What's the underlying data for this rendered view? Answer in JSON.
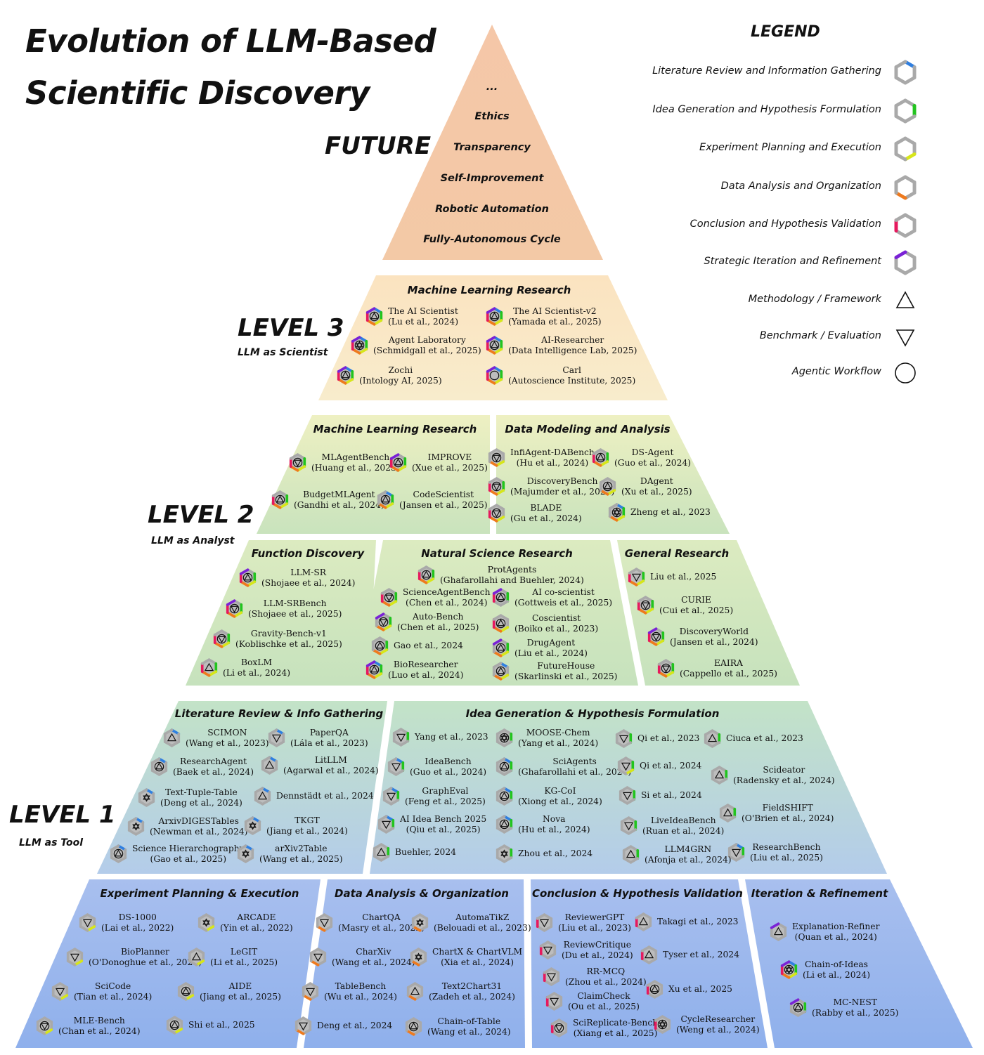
{
  "title": [
    "Evolution of LLM-Based",
    "Scientific Discovery"
  ],
  "legend": {
    "title": "LEGEND",
    "stages": [
      {
        "label": "Literature Review and Information Gathering",
        "color": "#2f7fe0",
        "seg": 0
      },
      {
        "label": "Idea Generation and Hypothesis Formulation",
        "color": "#22c41e",
        "seg": 1
      },
      {
        "label": "Experiment Planning and Execution",
        "color": "#d7e61a",
        "seg": 2
      },
      {
        "label": "Data Analysis and Organization",
        "color": "#ee7a1e",
        "seg": 3
      },
      {
        "label": "Conclusion and Hypothesis Validation",
        "color": "#e6195e",
        "seg": 4
      },
      {
        "label": "Strategic Iteration and Refinement",
        "color": "#7a22d6",
        "seg": 5
      }
    ],
    "types": [
      {
        "label": "Methodology / Framework",
        "symbol": "triangle-up"
      },
      {
        "label": "Benchmark / Evaluation",
        "symbol": "triangle-down"
      },
      {
        "label": "Agentic Workflow",
        "symbol": "circle"
      }
    ]
  },
  "future": {
    "label": "FUTURE",
    "items": [
      "...",
      "Ethics",
      "Transparency",
      "Self-Improvement",
      "Robotic Automation",
      "Fully-Autonomous Cycle"
    ]
  },
  "levels": {
    "level3": {
      "title": "LEVEL 3",
      "subtitle": "LLM as Scientist"
    },
    "level2": {
      "title": "LEVEL 2",
      "subtitle": "LLM as Analyst"
    },
    "level1": {
      "title": "LEVEL 1",
      "subtitle": "LLM as Tool"
    }
  },
  "sections": [
    {
      "title": "Machine Learning Research",
      "items": [
        {
          "name": "The AI Scientist",
          "cite": "(Lu et al., 2024)",
          "type": "circle-triangle",
          "stages": [
            0,
            1,
            2,
            3,
            4,
            5
          ]
        },
        {
          "name": "The AI Scientist-v2",
          "cite": "(Yamada et al., 2025)",
          "type": "circle-triangle",
          "stages": [
            0,
            1,
            2,
            3,
            4,
            5
          ]
        },
        {
          "name": "Agent Laboratory",
          "cite": "(Schmidgall et al., 2025)",
          "type": "circle-star",
          "stages": [
            0,
            1,
            2,
            3,
            4,
            5
          ]
        },
        {
          "name": "AI-Researcher",
          "cite": "(Data Intelligence Lab, 2025)",
          "type": "circle-triangle",
          "stages": [
            0,
            1,
            2,
            3,
            4,
            5
          ]
        },
        {
          "name": "Zochi",
          "cite": "(Intology AI, 2025)",
          "type": "circle-triangle",
          "stages": [
            0,
            1,
            2,
            3,
            4,
            5
          ]
        },
        {
          "name": "Carl",
          "cite": "(Autoscience Institute, 2025)",
          "type": "circle",
          "stages": [
            0,
            1,
            2,
            3,
            4,
            5
          ]
        }
      ]
    },
    {
      "title": "Machine Learning Research",
      "items": [
        {
          "name": "MLAgentBench",
          "cite": "(Huang et al., 2023)",
          "type": "circle-down",
          "stages": [
            1,
            2,
            3,
            4
          ]
        },
        {
          "name": "IMPROVE",
          "cite": "(Xue et al., 2025)",
          "type": "circle-triangle",
          "stages": [
            1,
            2,
            3,
            4,
            5
          ]
        },
        {
          "name": "BudgetMLAgent",
          "cite": "(Gandhi et al., 2024)",
          "type": "circle-triangle",
          "stages": [
            1,
            2,
            3,
            4
          ]
        },
        {
          "name": "CodeScientist",
          "cite": "(Jansen et al., 2025)",
          "type": "circle-triangle",
          "stages": [
            0,
            1,
            2,
            3
          ]
        }
      ]
    },
    {
      "title": "Data Modeling and Analysis",
      "items": [
        {
          "name": "InfiAgent-DABench",
          "cite": "(Hu et al., 2024)",
          "type": "circle-down",
          "stages": [
            2,
            3
          ]
        },
        {
          "name": "DS-Agent",
          "cite": "(Guo et al., 2024)",
          "type": "circle-triangle",
          "stages": [
            1,
            2,
            3,
            4
          ]
        },
        {
          "name": "DiscoveryBench",
          "cite": "(Majumder et al., 2024)",
          "type": "circle-down",
          "stages": [
            1,
            2,
            3,
            4
          ]
        },
        {
          "name": "DAgent",
          "cite": "(Xu et al., 2025)",
          "type": "circle-triangle",
          "stages": [
            2,
            3
          ]
        },
        {
          "name": "BLADE",
          "cite": "(Gu et al., 2024)",
          "type": "circle-down",
          "stages": [
            2,
            3,
            4
          ]
        },
        {
          "name": "Zheng et al., 2023",
          "cite": "",
          "type": "circle-star",
          "stages": [
            0,
            1,
            2,
            3
          ]
        }
      ]
    },
    {
      "title": "Function Discovery",
      "items": [
        {
          "name": "LLM-SR",
          "cite": "(Shojaee et al., 2024)",
          "type": "circle-triangle",
          "stages": [
            1,
            2,
            3,
            4,
            5
          ]
        },
        {
          "name": "LLM-SRBench",
          "cite": "(Shojaee et al., 2025)",
          "type": "circle-down",
          "stages": [
            1,
            2,
            3,
            4,
            5
          ]
        },
        {
          "name": "Gravity-Bench-v1",
          "cite": "(Koblischke et al., 2025)",
          "type": "circle-down",
          "stages": [
            1,
            2,
            3,
            4
          ]
        },
        {
          "name": "BoxLM",
          "cite": "(Li et al., 2024)",
          "type": "triangle",
          "stages": [
            1,
            2,
            3,
            4
          ]
        }
      ]
    },
    {
      "title": "Natural Science Research",
      "items": [
        {
          "name": "ProtAgents",
          "cite": "(Ghafarollahi and Buehler, 2024)",
          "type": "circle-triangle",
          "stages": [
            1,
            2,
            3,
            4
          ]
        },
        {
          "name": "ScienceAgentBench",
          "cite": "(Chen et al., 2024)",
          "type": "circle-down",
          "stages": [
            1,
            2,
            3,
            4
          ]
        },
        {
          "name": "AI co-scientist",
          "cite": "(Gottweis et al., 2025)",
          "type": "circle-triangle",
          "stages": [
            1,
            4,
            5
          ]
        },
        {
          "name": "Auto-Bench",
          "cite": "(Chen et al., 2025)",
          "type": "circle-down",
          "stages": [
            1,
            2,
            3,
            5
          ]
        },
        {
          "name": "Coscientist",
          "cite": "(Boiko et al., 2023)",
          "type": "circle-triangle",
          "stages": [
            2,
            3,
            4
          ]
        },
        {
          "name": "Gao et al., 2024",
          "cite": "",
          "type": "circle-triangle",
          "stages": [
            1,
            2,
            3
          ]
        },
        {
          "name": "DrugAgent",
          "cite": "(Liu et al., 2024)",
          "type": "circle-triangle",
          "stages": [
            1,
            2,
            3,
            5
          ]
        },
        {
          "name": "BioResearcher",
          "cite": "(Luo et al., 2024)",
          "type": "circle-triangle",
          "stages": [
            0,
            1,
            2,
            3,
            4,
            5
          ]
        },
        {
          "name": "FutureHouse",
          "cite": "(Skarlinski et al., 2025)",
          "type": "circle-triangle",
          "stages": [
            0,
            2,
            3
          ]
        }
      ]
    },
    {
      "title": "General Research",
      "items": [
        {
          "name": "Liu et al., 2025",
          "cite": "",
          "type": "down",
          "stages": [
            1,
            2,
            3,
            4
          ]
        },
        {
          "name": "CURIE",
          "cite": "(Cui et al., 2025)",
          "type": "circle-down",
          "stages": [
            1,
            2,
            3,
            4
          ]
        },
        {
          "name": "DiscoveryWorld",
          "cite": "(Jansen et al., 2024)",
          "type": "circle-down",
          "stages": [
            1,
            2,
            3,
            4,
            5
          ]
        },
        {
          "name": "EAIRA",
          "cite": "(Cappello et al., 2025)",
          "type": "circle-down",
          "stages": [
            1,
            2,
            3,
            4
          ]
        }
      ]
    },
    {
      "title": "Literature Review & Info Gathering",
      "items": [
        {
          "name": "SCIMON",
          "cite": "(Wang et al., 2023)",
          "type": "triangle",
          "stages": [
            0
          ]
        },
        {
          "name": "PaperQA",
          "cite": "(Lála et al., 2023)",
          "type": "down",
          "stages": [
            0
          ]
        },
        {
          "name": "ResearchAgent",
          "cite": "(Baek et al., 2024)",
          "type": "circle-triangle",
          "stages": [
            0
          ]
        },
        {
          "name": "LitLLM",
          "cite": "(Agarwal et al., 2024)",
          "type": "triangle",
          "stages": [
            0
          ]
        },
        {
          "name": "Text-Tuple-Table",
          "cite": "(Deng et al., 2024)",
          "type": "star",
          "stages": [
            0
          ]
        },
        {
          "name": "Dennstädt et al., 2024",
          "cite": "",
          "type": "triangle",
          "stages": [
            0
          ]
        },
        {
          "name": "ArxivDIGESTables",
          "cite": "(Newman et al., 2024)",
          "type": "star",
          "stages": [
            0
          ]
        },
        {
          "name": "TKGT",
          "cite": "(Jiang et al., 2024)",
          "type": "star",
          "stages": [
            0
          ]
        },
        {
          "name": "Science Hierarchography",
          "cite": "(Gao et al., 2025)",
          "type": "circle-triangle",
          "stages": [
            0
          ]
        },
        {
          "name": "arXiv2Table",
          "cite": "(Wang et al., 2025)",
          "type": "star",
          "stages": [
            0
          ]
        }
      ]
    },
    {
      "title": "Idea Generation & Hypothesis Formulation",
      "items": [
        {
          "name": "Yang et al., 2023",
          "cite": "",
          "type": "down",
          "stages": [
            1
          ]
        },
        {
          "name": "MOOSE-Chem",
          "cite": "(Yang et al., 2024)",
          "type": "circle-star",
          "stages": [
            1
          ]
        },
        {
          "name": "Qi et al., 2023",
          "cite": "",
          "type": "down",
          "stages": [
            1
          ]
        },
        {
          "name": "Ciuca et al., 2023",
          "cite": "",
          "type": "triangle",
          "stages": [
            1
          ]
        },
        {
          "name": "IdeaBench",
          "cite": "(Guo et al., 2024)",
          "type": "down",
          "stages": [
            0,
            1
          ]
        },
        {
          "name": "SciAgents",
          "cite": "(Ghafarollahi et al., 2024)",
          "type": "circle-triangle",
          "stages": [
            0,
            1
          ]
        },
        {
          "name": "Qi et al., 2024",
          "cite": "",
          "type": "down",
          "stages": [
            1,
            2
          ]
        },
        {
          "name": "Scideator",
          "cite": "(Radensky et al., 2024)",
          "type": "triangle",
          "stages": [
            1
          ]
        },
        {
          "name": "GraphEval",
          "cite": "(Feng et al., 2025)",
          "type": "down",
          "stages": [
            0,
            1
          ]
        },
        {
          "name": "KG-CoI",
          "cite": "(Xiong et al., 2024)",
          "type": "circle-triangle",
          "stages": [
            0,
            1
          ]
        },
        {
          "name": "Si et al., 2024",
          "cite": "",
          "type": "down",
          "stages": [
            1
          ]
        },
        {
          "name": "FieldSHIFT",
          "cite": "(O'Brien et al., 2024)",
          "type": "triangle",
          "stages": [
            1
          ]
        },
        {
          "name": "AI Idea Bench 2025",
          "cite": "(Qiu et al., 2025)",
          "type": "down",
          "stages": [
            0,
            1
          ]
        },
        {
          "name": "Nova",
          "cite": "(Hu et al., 2024)",
          "type": "circle-triangle",
          "stages": [
            0,
            1
          ]
        },
        {
          "name": "LiveIdeaBench",
          "cite": "(Ruan et al., 2024)",
          "type": "down",
          "stages": [
            1
          ]
        },
        {
          "name": "ResearchBench",
          "cite": "(Liu et al., 2025)",
          "type": "down",
          "stages": [
            0,
            1
          ]
        },
        {
          "name": "Buehler, 2024",
          "cite": "",
          "type": "triangle",
          "stages": [
            1
          ]
        },
        {
          "name": "Zhou et al., 2024",
          "cite": "",
          "type": "star",
          "stages": [
            1
          ]
        },
        {
          "name": "LLM4GRN",
          "cite": "(Afonja et al., 2024)",
          "type": "triangle",
          "stages": [
            1
          ]
        }
      ]
    },
    {
      "title": "Experiment Planning & Execution",
      "items": [
        {
          "name": "DS-1000",
          "cite": "(Lai et al., 2022)",
          "type": "down",
          "stages": [
            2
          ]
        },
        {
          "name": "ARCADE",
          "cite": "(Yin et al., 2022)",
          "type": "star",
          "stages": [
            2
          ]
        },
        {
          "name": "BioPlanner",
          "cite": "(O'Donoghue et al., 2023)",
          "type": "down",
          "stages": [
            2
          ]
        },
        {
          "name": "LeGIT",
          "cite": "(Li et al., 2025)",
          "type": "triangle",
          "stages": [
            2
          ]
        },
        {
          "name": "SciCode",
          "cite": "(Tian et al., 2024)",
          "type": "down",
          "stages": [
            2
          ]
        },
        {
          "name": "AIDE",
          "cite": "(Jiang et al., 2025)",
          "type": "circle-triangle",
          "stages": [
            2
          ]
        },
        {
          "name": "MLE-Bench",
          "cite": "(Chan et al., 2024)",
          "type": "circle-down",
          "stages": [
            2
          ]
        },
        {
          "name": "Shi et al., 2025",
          "cite": "",
          "type": "circle-triangle",
          "stages": [
            2
          ]
        }
      ]
    },
    {
      "title": "Data Analysis & Organization",
      "items": [
        {
          "name": "ChartQA",
          "cite": "(Masry et al., 2022)",
          "type": "down",
          "stages": [
            3
          ]
        },
        {
          "name": "AutomaTikZ",
          "cite": "(Belouadi et al., 2023)",
          "type": "star",
          "stages": [
            3
          ]
        },
        {
          "name": "CharXiv",
          "cite": "(Wang et al., 2024)",
          "type": "down",
          "stages": [
            3
          ]
        },
        {
          "name": "ChartX & ChartVLM",
          "cite": "(Xia et al., 2024)",
          "type": "star",
          "stages": [
            3
          ]
        },
        {
          "name": "TableBench",
          "cite": "(Wu et al., 2024)",
          "type": "down",
          "stages": [
            3
          ]
        },
        {
          "name": "Text2Chart31",
          "cite": "(Zadeh et al., 2024)",
          "type": "triangle",
          "stages": [
            3
          ]
        },
        {
          "name": "Deng et al., 2024",
          "cite": "",
          "type": "down",
          "stages": [
            3
          ]
        },
        {
          "name": "Chain-of-Table",
          "cite": "(Wang et al., 2024)",
          "type": "circle-triangle",
          "stages": [
            3
          ]
        }
      ]
    },
    {
      "title": "Conclusion & Hypothesis Validation",
      "items": [
        {
          "name": "ReviewerGPT",
          "cite": "(Liu et al., 2023)",
          "type": "down",
          "stages": [
            4
          ]
        },
        {
          "name": "Takagi et al., 2023",
          "cite": "",
          "type": "triangle",
          "stages": [
            4
          ]
        },
        {
          "name": "ReviewCritique",
          "cite": "(Du et al., 2024)",
          "type": "down",
          "stages": [
            4
          ]
        },
        {
          "name": "Tyser et al., 2024",
          "cite": "",
          "type": "triangle",
          "stages": [
            4
          ]
        },
        {
          "name": "RR-MCQ",
          "cite": "(Zhou et al., 2024)",
          "type": "down",
          "stages": [
            4
          ]
        },
        {
          "name": "Xu et al., 2025",
          "cite": "",
          "type": "circle-triangle",
          "stages": [
            4
          ]
        },
        {
          "name": "ClaimCheck",
          "cite": "(Ou et al., 2025)",
          "type": "down",
          "stages": [
            4
          ]
        },
        {
          "name": "SciReplicate-Bench",
          "cite": "(Xiang et al., 2025)",
          "type": "circle-down",
          "stages": [
            4
          ]
        },
        {
          "name": "CycleResearcher",
          "cite": "(Weng et al., 2024)",
          "type": "circle-star",
          "stages": [
            4
          ]
        }
      ]
    },
    {
      "title": "Iteration & Refinement",
      "items": [
        {
          "name": "Explanation-Refiner",
          "cite": "(Quan et al., 2024)",
          "type": "triangle",
          "stages": [
            5
          ]
        },
        {
          "name": "Chain-of-Ideas",
          "cite": "(Li et al., 2024)",
          "type": "circle-star",
          "stages": [
            0,
            1,
            2,
            3,
            4,
            5
          ]
        },
        {
          "name": "MC-NEST",
          "cite": "(Rabby et al., 2025)",
          "type": "circle-triangle",
          "stages": [
            1,
            5
          ]
        }
      ]
    }
  ]
}
